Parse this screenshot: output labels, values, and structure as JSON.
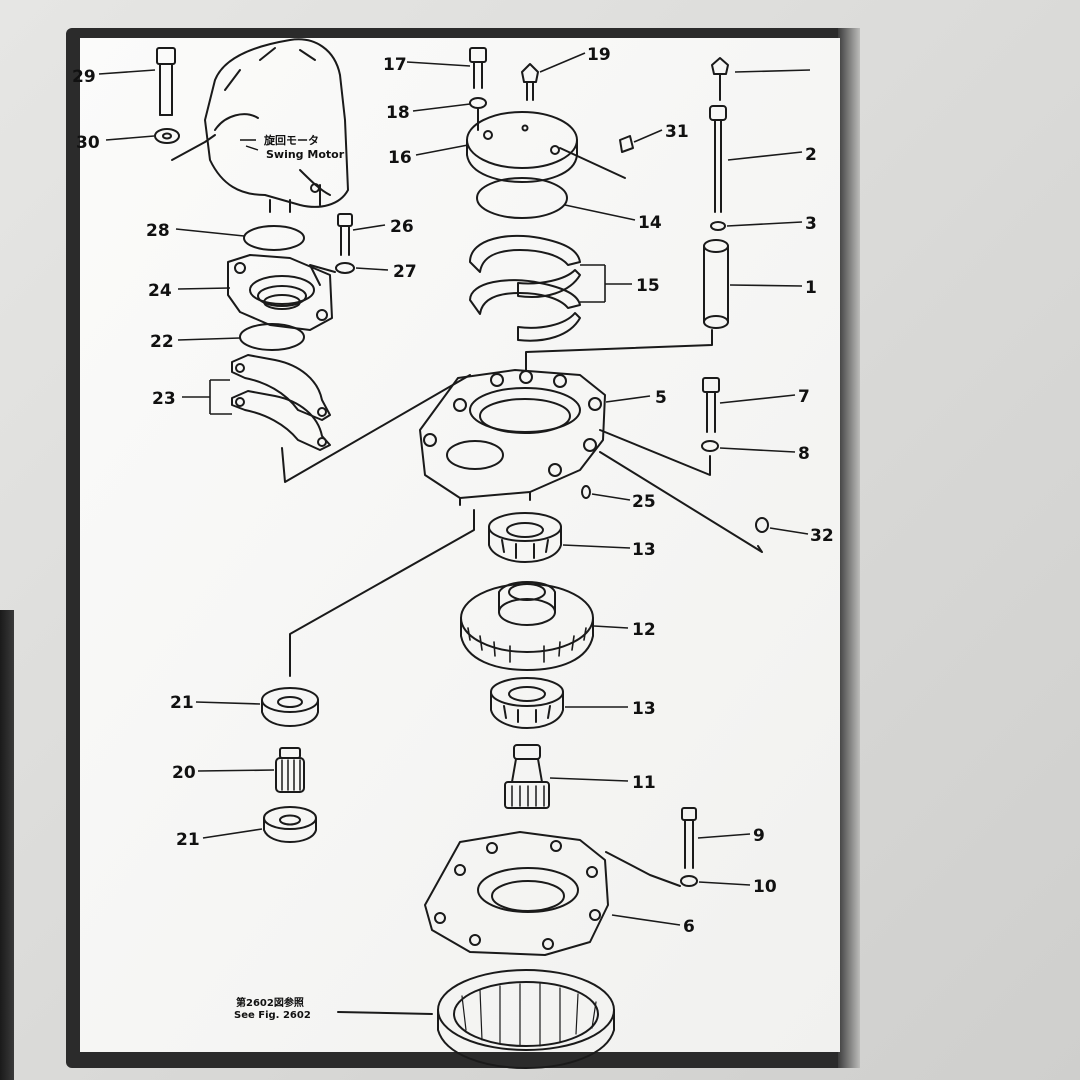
{
  "labels": {
    "l29": "29",
    "l30": "30",
    "l28": "28",
    "l26": "26",
    "l27": "27",
    "l24": "24",
    "l22": "22",
    "l23": "23",
    "l17": "17",
    "l18": "18",
    "l19": "19",
    "l16": "16",
    "l31": "31",
    "l14": "14",
    "l15": "15",
    "l2": "2",
    "l3": "3",
    "l1": "1",
    "l5": "5",
    "l7": "7",
    "l8": "8",
    "l25": "25",
    "l32": "32",
    "l13a": "13",
    "l12": "12",
    "l13b": "13",
    "l11": "11",
    "l21a": "21",
    "l20": "20",
    "l21b": "21",
    "l9": "9",
    "l10": "10",
    "l6": "6"
  },
  "annotations": {
    "swing_motor_jp": "旋回モータ",
    "swing_motor_en": "Swing Motor",
    "see_fig_jp": "第2602図参照",
    "see_fig_en": "See Fig. 2602"
  }
}
